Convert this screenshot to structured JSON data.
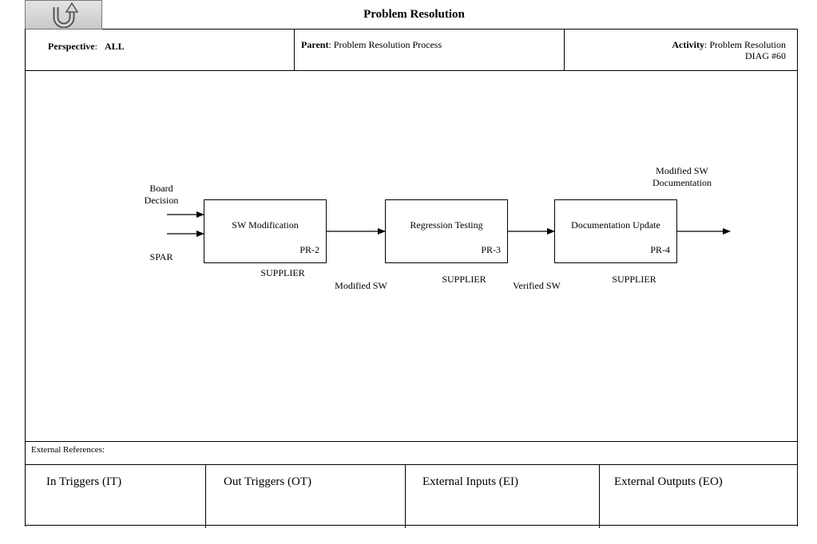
{
  "header": {
    "title": "Problem Resolution",
    "perspective_label": "Perspective",
    "perspective_value": "ALL",
    "parent_label": "Parent",
    "parent_value": "Problem Resolution Process",
    "activity_label": "Activity",
    "activity_value": "Problem Resolution",
    "diagram_id": "DIAG #60"
  },
  "back_button": {
    "icon": "u-turn-up-icon"
  },
  "diagram": {
    "inputs": [
      {
        "label_lines": [
          "Board",
          "Decision"
        ]
      },
      {
        "label_lines": [
          "SPAR"
        ]
      }
    ],
    "activities": [
      {
        "name": "SW Modification",
        "code": "PR-2",
        "role": "SUPPLIER"
      },
      {
        "name": "Regression Testing",
        "code": "PR-3",
        "role": "SUPPLIER"
      },
      {
        "name": "Documentation Update",
        "code": "PR-4",
        "role": "SUPPLIER"
      }
    ],
    "flows": [
      {
        "label": "Modified SW"
      },
      {
        "label": "Verified SW"
      }
    ],
    "output": {
      "label_lines": [
        "Modified SW",
        "Documentation"
      ]
    }
  },
  "external_refs": {
    "title": "External References:",
    "columns": [
      "In Triggers (IT)",
      "Out Triggers (OT)",
      "External Inputs (EI)",
      "External Outputs (EO)"
    ]
  }
}
